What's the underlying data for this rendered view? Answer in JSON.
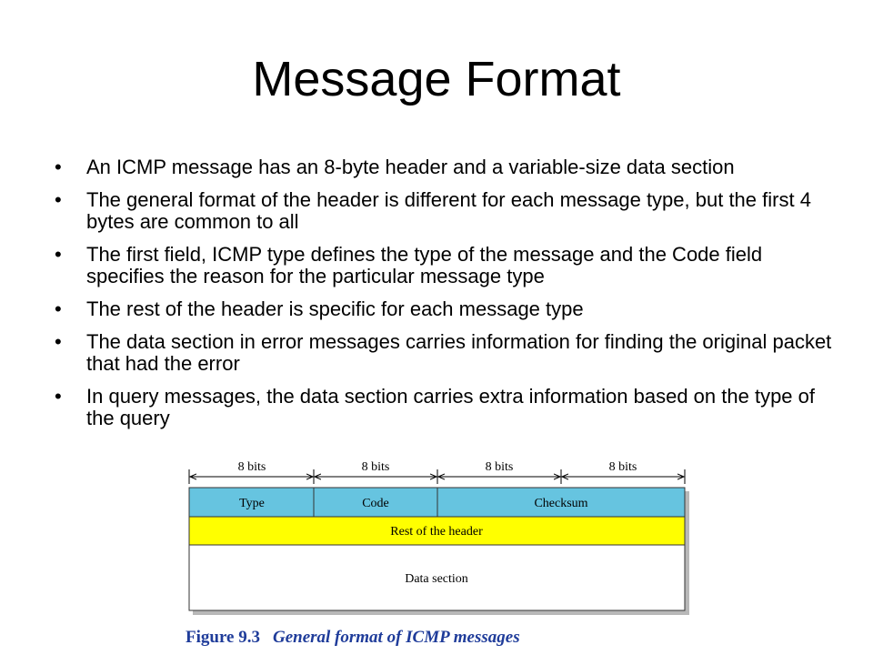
{
  "slide": {
    "title": "Message Format",
    "bullet_char": "•",
    "bullets": [
      "An ICMP message has an 8-byte header and a variable-size data section",
      "The general format of the header is different for each message type, but the first 4 bytes are common to all",
      "The first field, ICMP type defines the type of the message and the Code field specifies the reason for the particular message type",
      "The rest of the header is specific for each message type",
      "The data section in error messages carries information for finding the original packet that had the error",
      "In query messages, the data section carries extra information based on the type of the query"
    ]
  },
  "diagram": {
    "bit_widths": [
      "8 bits",
      "8 bits",
      "8 bits",
      "8 bits"
    ],
    "fields": {
      "type": "Type",
      "code": "Code",
      "checksum": "Checksum",
      "rest": "Rest of the header",
      "data": "Data section"
    },
    "colors": {
      "header_fields": "#66c4e0",
      "rest_of_header": "#ffff00",
      "data_section": "#ffffff",
      "caption": "#1f3c9a"
    }
  },
  "caption": {
    "number": "Figure 9.3",
    "text": "General format of ICMP messages"
  }
}
